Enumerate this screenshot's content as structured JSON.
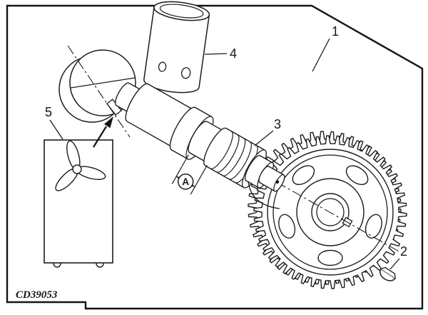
{
  "figure": {
    "code": "CD39053",
    "callouts": {
      "1": "1",
      "2": "2",
      "3": "3",
      "4": "4",
      "5": "5"
    },
    "dimension_label": "A",
    "colors": {
      "line": "#1c1c1c",
      "background": "#ffffff"
    }
  }
}
